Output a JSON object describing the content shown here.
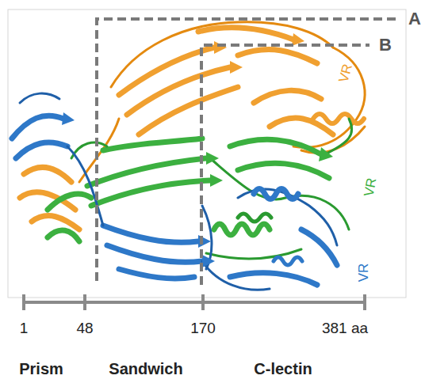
{
  "diagram": {
    "labels": [
      "A",
      "B",
      "VR",
      "VR",
      "VR",
      "1",
      "48",
      "170",
      "381 aa",
      "Prism",
      "Sandwich",
      "C-lectin"
    ]
  }
}
